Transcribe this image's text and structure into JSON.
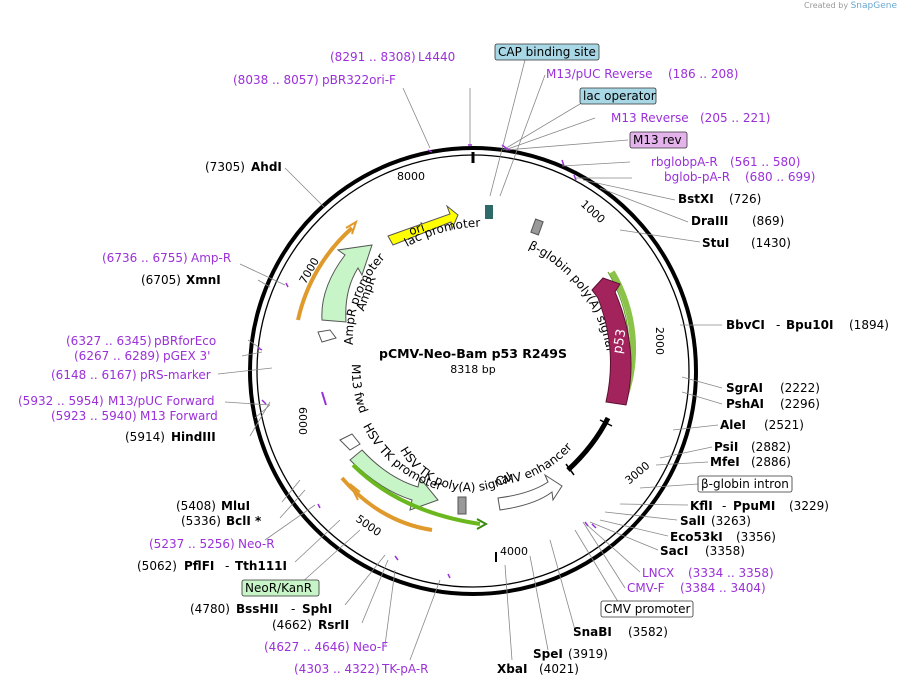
{
  "watermark": {
    "prefix": "Created by",
    "brand": "SnapGene"
  },
  "plasmid": {
    "name": "pCMV-Neo-Bam p53 R249S",
    "size": "8318 bp"
  },
  "ticks": [
    "1000",
    "2000",
    "3000",
    "4000",
    "5000",
    "6000",
    "7000",
    "8000"
  ],
  "features": {
    "ori": "ori",
    "lac_promoter": "lac promoter",
    "bglobin_polyA": "β-globin poly(A) signal",
    "p53": "p53",
    "AmpR": "AmpR",
    "AmpR_promoter": "AmpR promoter",
    "M13_fwd": "M13 fwd",
    "HSV_TK_promoter": "HSV TK promoter",
    "HSV_TK_polyA": "HSV TK poly(A) signal",
    "CMV_enhancer": "CMV enhancer"
  },
  "boxed": {
    "cap": "CAP binding site",
    "lac_operator": "lac operator",
    "m13rev": "M13 rev",
    "bglobin_intron": "β-globin intron",
    "cmv_promoter": "CMV promoter",
    "neo": "NeoR/KanR"
  },
  "labels": {
    "L4440_pos": "(8291 .. 8308)",
    "L4440": "L4440",
    "pBR_pos": "(8038 .. 8057)",
    "pBR": "pBR322ori-F",
    "M13pUCrev": "M13/pUC Reverse",
    "M13pUCrev_pos": "(186 .. 208)",
    "M13rev": "M13 Reverse",
    "M13rev_pos": "(205 .. 221)",
    "rbglob": "rbglobpA-R",
    "rbglob_pos": "(561 .. 580)",
    "bglob": "bglob-pA-R",
    "bglob_pos": "(680 .. 699)",
    "BstXI": "BstXI",
    "BstXI_pos": "(726)",
    "DraIII": "DraIII",
    "DraIII_pos": "(869)",
    "StuI": "StuI",
    "StuI_pos": "(1430)",
    "BbvCI": "BbvCI",
    "BbvCI_dash": "-",
    "Bpu10I": "Bpu10I",
    "BbvCI_pos": "(1894)",
    "SgrAI": "SgrAI",
    "SgrAI_pos": "(2222)",
    "PshAI": "PshAI",
    "PshAI_pos": "(2296)",
    "AleI": "AleI",
    "AleI_pos": "(2521)",
    "PsiI": "PsiI",
    "PsiI_pos": "(2882)",
    "MfeI": "MfeI",
    "MfeI_pos": "(2886)",
    "KflI": "KflI",
    "KflI_dash": "-",
    "PpuMI": "PpuMI",
    "KflI_pos": "(3229)",
    "SalI": "SalI",
    "SalI_pos": "(3263)",
    "Eco53kI": "Eco53kI",
    "Eco53kI_pos": "(3356)",
    "SacI": "SacI",
    "SacI_pos": "(3358)",
    "LNCX": "LNCX",
    "LNCX_pos": "(3334 .. 3358)",
    "CMVF": "CMV-F",
    "CMVF_pos": "(3384 .. 3404)",
    "SnaBI": "SnaBI",
    "SnaBI_pos": "(3582)",
    "SpeI": "SpeI",
    "SpeI_pos": "(3919)",
    "XbaI": "XbaI",
    "XbaI_pos": "(4021)",
    "TKpAR_pos": "(4303 .. 4322)",
    "TKpAR": "TK-pA-R",
    "NeoF_pos": "(4627 .. 4646)",
    "NeoF": "Neo-F",
    "RsrII_pos": "(4662)",
    "RsrII": "RsrII",
    "BssHII_pos": "(4780)",
    "BssHII": "BssHII",
    "BssHII_dash": "-",
    "SphI": "SphI",
    "PflFI_pos": "(5062)",
    "PflFI": "PflFI",
    "PflFI_dash": "-",
    "Tth111I": "Tth111I",
    "NeoR_pos": "(5237 .. 5256)",
    "NeoR": "Neo-R",
    "BclI_pos": "(5336)",
    "BclI": "BclI *",
    "MluI_pos": "(5408)",
    "MluI": "MluI",
    "HindIII_pos": "(5914)",
    "HindIII": "HindIII",
    "M13F_pos": "(5923 .. 5940)",
    "M13F": "M13 Forward",
    "M13pUCF_pos": "(5932 .. 5954)",
    "M13pUCF": "M13/pUC Forward",
    "pRS_pos": "(6148 .. 6167)",
    "pRS": "pRS-marker",
    "pGEX_pos": "(6267 .. 6289)",
    "pGEX": "pGEX 3'",
    "pBRfor_pos": "(6327 .. 6345)",
    "pBRfor": "pBRforEco",
    "XmnI_pos": "(6705)",
    "XmnI": "XmnI",
    "AmpRp_pos": "(6736 .. 6755)",
    "AmpRp": "Amp-R",
    "AhdI_pos": "(7305)",
    "AhdI": "AhdI"
  }
}
